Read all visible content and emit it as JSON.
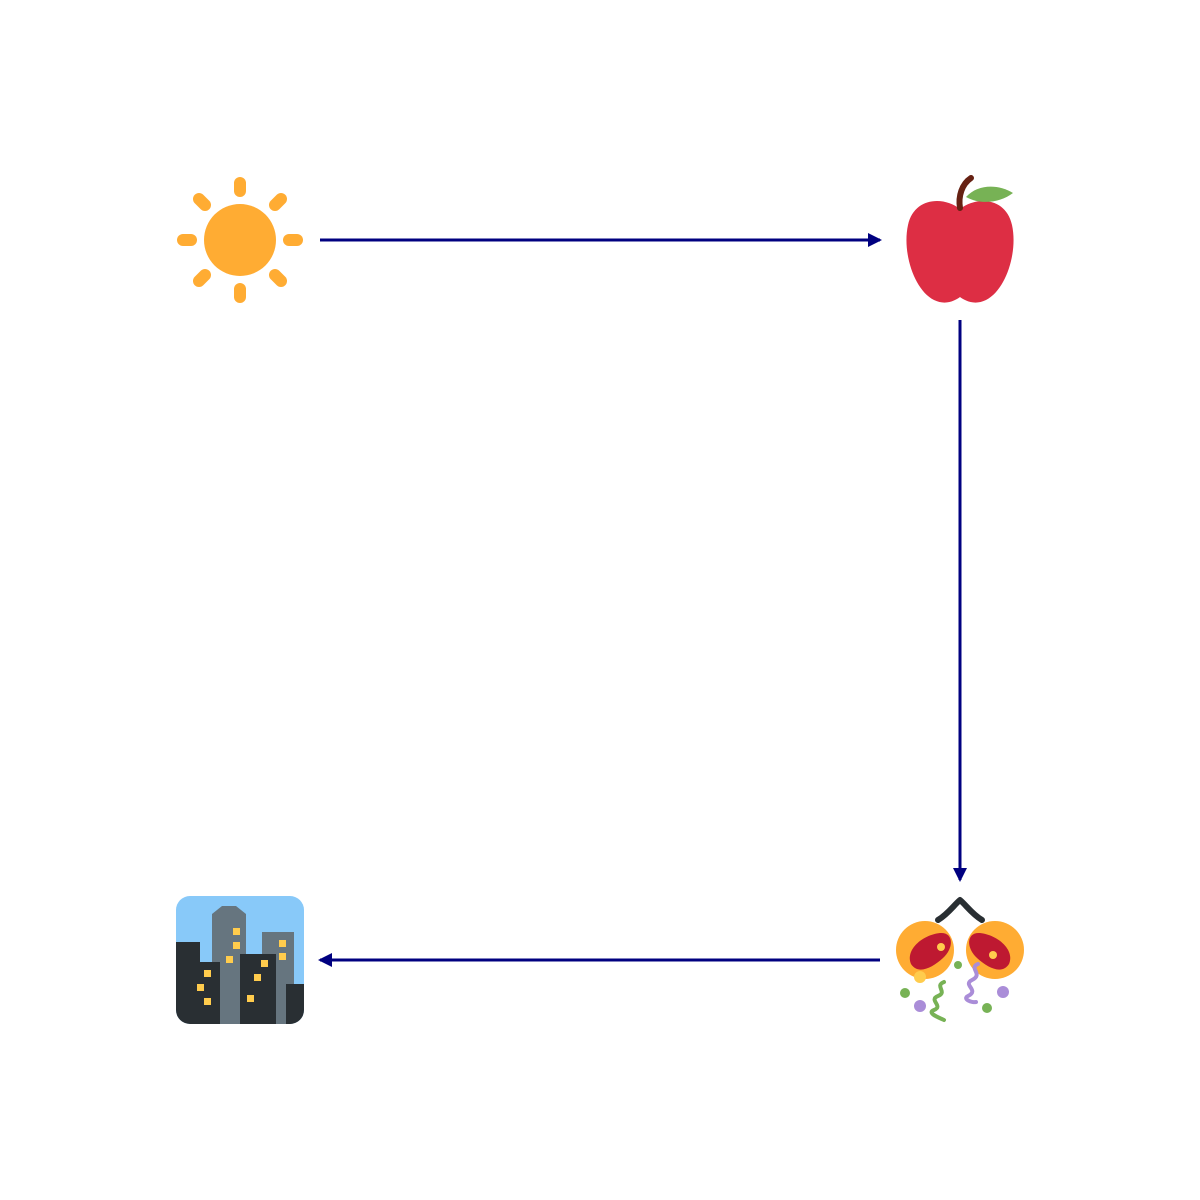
{
  "diagram": {
    "nodes": [
      {
        "id": "sun",
        "icon": "sun-icon"
      },
      {
        "id": "apple",
        "icon": "apple-icon"
      },
      {
        "id": "party",
        "icon": "party-popper-icon"
      },
      {
        "id": "city",
        "icon": "night-city-icon"
      }
    ],
    "edges": [
      {
        "from": "sun",
        "to": "apple"
      },
      {
        "from": "apple",
        "to": "party"
      },
      {
        "from": "party",
        "to": "city"
      }
    ]
  },
  "colors": {
    "arrow": "#000080",
    "sun": "#FFAC33",
    "apple_body": "#DD2E44",
    "apple_leaf": "#77B255",
    "apple_stem": "#662113",
    "popper_cone": "#FFAC33",
    "popper_inner": "#BE1931",
    "city_sky": "#88C9F9",
    "city_dark": "#292F33",
    "city_gray": "#66757F",
    "window": "#FFCC4D"
  }
}
